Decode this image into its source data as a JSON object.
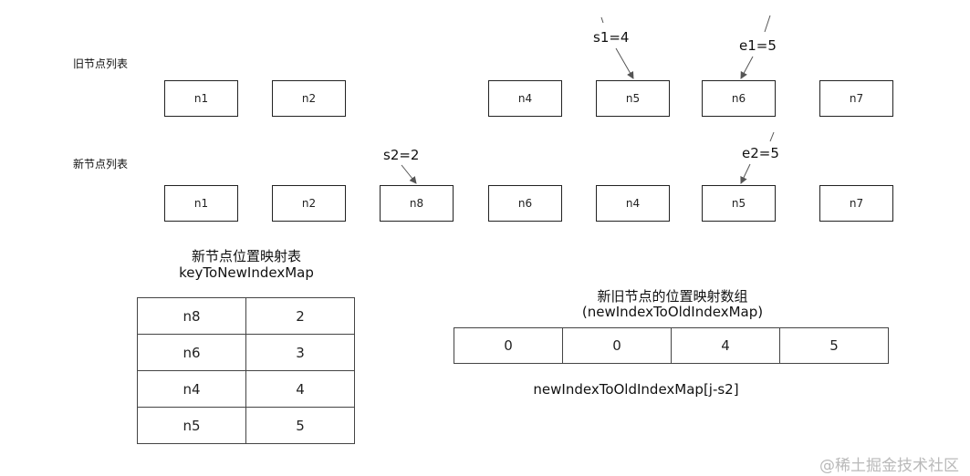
{
  "old_list": {
    "label": "旧节点列表",
    "nodes": [
      "n1",
      "n2",
      "n4",
      "n5",
      "n6",
      "n7"
    ]
  },
  "new_list": {
    "label": "新节点列表",
    "nodes": [
      "n1",
      "n2",
      "n8",
      "n6",
      "n4",
      "n5",
      "n7"
    ]
  },
  "pointers": {
    "s1": "s1=4",
    "e1": "e1=5",
    "s2": "s2=2",
    "e2": "e2=5"
  },
  "key_map": {
    "title": "新节点位置映射表",
    "subtitle": "keyToNewIndexMap",
    "rows": [
      {
        "key": "n8",
        "value": "2"
      },
      {
        "key": "n6",
        "value": "3"
      },
      {
        "key": "n4",
        "value": "4"
      },
      {
        "key": "n5",
        "value": "5"
      }
    ]
  },
  "index_array": {
    "title": "新旧节点的位置映射数组",
    "subtitle": "(newIndexToOldIndexMap)",
    "values": [
      "0",
      "0",
      "4",
      "5"
    ],
    "formula": "newIndexToOldIndexMap[j-s2]"
  },
  "watermark": "@稀土掘金技术社区"
}
